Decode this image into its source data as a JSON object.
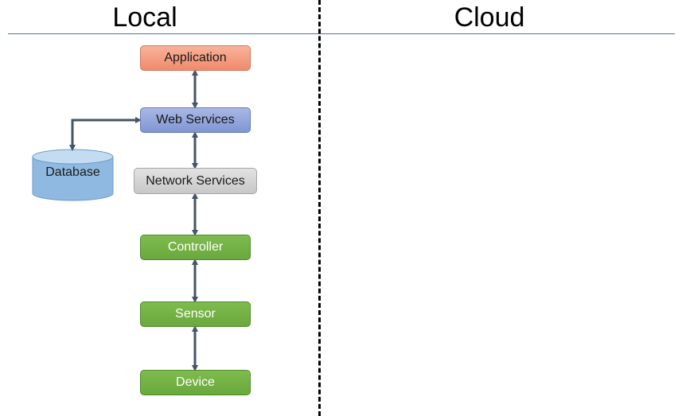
{
  "headers": {
    "local": "Local",
    "cloud": "Cloud"
  },
  "nodes": {
    "application": "Application",
    "web_services": "Web Services",
    "network_services": "Network Services",
    "controller": "Controller",
    "sensor": "Sensor",
    "device": "Device",
    "database": "Database"
  },
  "colors": {
    "application": "#f4a284",
    "web_services": "#8fa2da",
    "network_services": "#d4d4d4",
    "green_layer": "#70ad47",
    "database": "#9dc3e6",
    "connector": "#44546a",
    "header_rule": "#4472c4"
  }
}
